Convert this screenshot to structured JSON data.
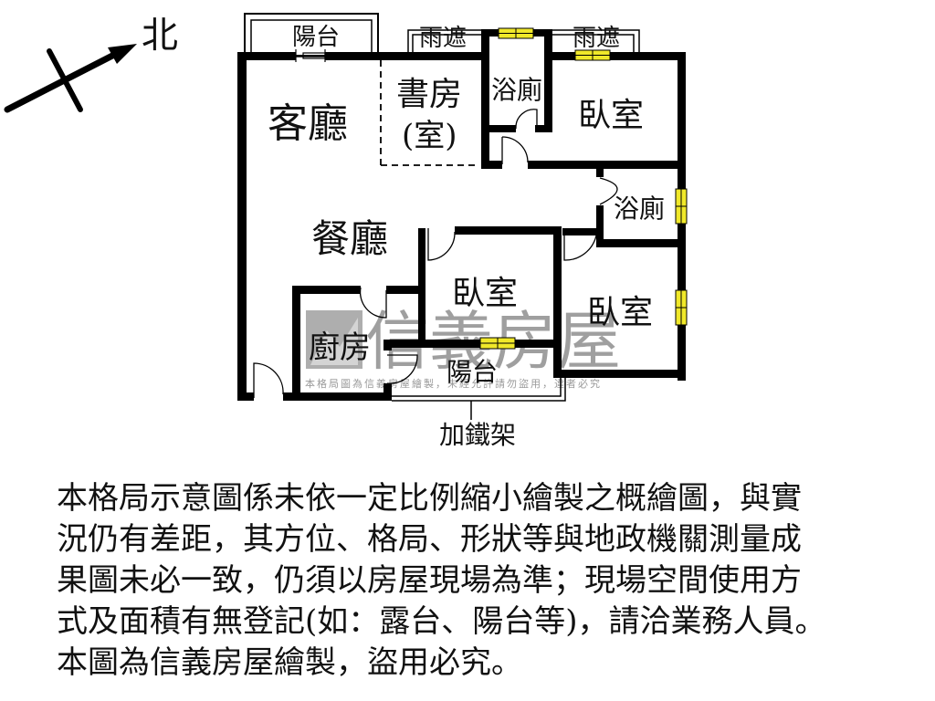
{
  "compass": {
    "label": "北",
    "icon": "north-arrow-icon"
  },
  "rooms": {
    "living_room": "客廳",
    "study_line1": "書房",
    "study_line2": "(室)",
    "dining_room": "餐廳",
    "kitchen": "廚房",
    "bathroom_top": "浴廁",
    "bathroom_right": "浴廁",
    "bedroom_top_right": "臥室",
    "bedroom_middle": "臥室",
    "bedroom_bottom_right": "臥室",
    "balcony_top": "陽台",
    "balcony_bottom": "陽台",
    "canopy_left": "雨遮",
    "canopy_right": "雨遮",
    "iron_rack": "加鐵架"
  },
  "watermark": {
    "brand": "信義房屋",
    "notice": "本格局圖為信義房屋繪製，未經允許請勿盜用，違者必究"
  },
  "colors": {
    "wall": "#000000",
    "window": "#f0e82a",
    "watermark": "#8f8f8f",
    "interior_edge": "#fff8c8"
  },
  "disclaimer": {
    "lines": [
      "本格局示意圖係未依一定比例縮小繪製之概繪圖，與實",
      "況仍有差距，其方位、格局、形狀等與地政機關測量成",
      "果圖未必一致，仍須以房屋現場為準；現場空間使用方",
      "式及面積有無登記(如：露台、陽台等)，請洽業務人員。",
      "本圖為信義房屋繪製，盜用必究。"
    ]
  }
}
